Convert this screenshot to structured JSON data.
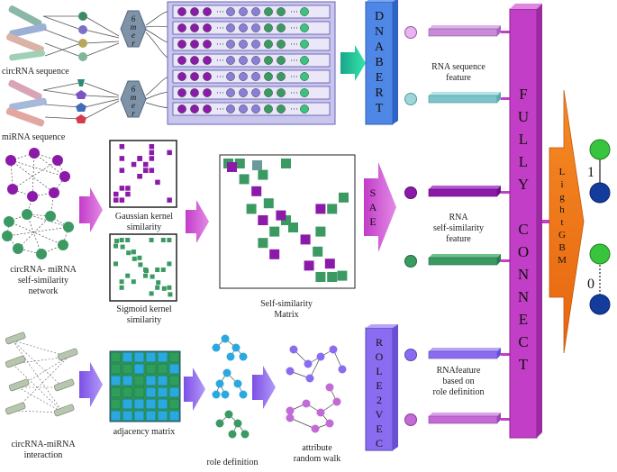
{
  "labels": {
    "circrna_sequence": "circRNA sequence",
    "mirna_sequence": "miRNA sequence",
    "network_l1": "circRNA- miRNA",
    "network_l2": "self-similarity",
    "network_l3": "network",
    "interaction_l1": "circRNA-miRNA",
    "interaction_l2": "interaction",
    "gaussian_l1": "Gaussian kernel",
    "gaussian_l2": "similarity",
    "sigmoid_l1": "Sigmoid kernel",
    "sigmoid_l2": "similarity",
    "selfsim_l1": "Self-similarity",
    "selfsim_l2": "Matrix",
    "adjacency": "adjacency matrix",
    "role_definition": "role definition",
    "walk_l1": "attribute",
    "walk_l2": "random walk",
    "seqfeat_l1": "RNA sequence",
    "seqfeat_l2": "feature",
    "simfeat_l1": "RNA",
    "simfeat_l2": "self-similarity",
    "simfeat_l3": "feature",
    "rolefeat_l1": "RNAfeature",
    "rolefeat_l2": "based on",
    "rolefeat_l3": "role definition",
    "kmer_top": "6mer",
    "kmer_bottom": "6mer"
  },
  "blocks": {
    "dnabert": "DNABERT",
    "sae": "SAE",
    "role2vec": "ROLE2VEC",
    "fully_connect": "FULLY CONNECT",
    "lightgbm": "LightGBM"
  },
  "outputs": {
    "positive": "1",
    "negative": "0"
  },
  "colors": {
    "magenta": "#c33ec6",
    "dnabert": "#4f87e6",
    "lightgbm": "#f47a1e",
    "green": "#3a9a62",
    "purple": "#8b1aa8",
    "violet": "#8a6cf0",
    "cyan": "#2aa8e0",
    "navy": "#143c9c",
    "lime": "#38c43c",
    "matrix_bg": "#c9c6ee"
  }
}
